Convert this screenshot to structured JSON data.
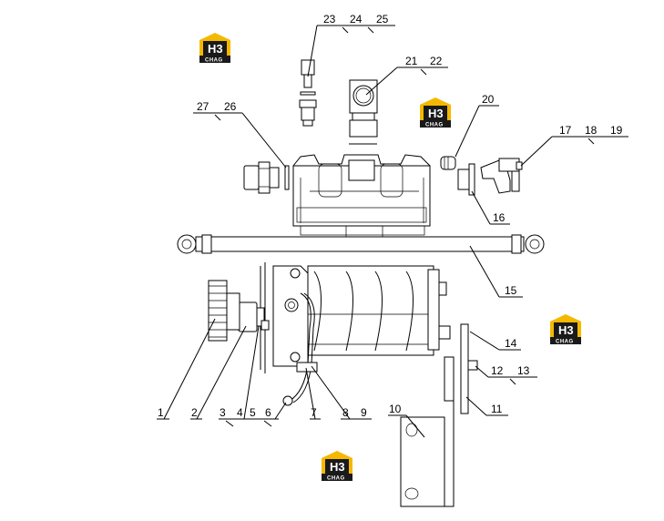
{
  "diagram": {
    "callouts": [
      {
        "id": "c1",
        "text": "1"
      },
      {
        "id": "c2",
        "text": "2"
      },
      {
        "id": "c3",
        "text": "3"
      },
      {
        "id": "c4",
        "text": "4"
      },
      {
        "id": "c5",
        "text": "5"
      },
      {
        "id": "c6",
        "text": "6"
      },
      {
        "id": "c7",
        "text": "7"
      },
      {
        "id": "c8",
        "text": "8"
      },
      {
        "id": "c9",
        "text": "9"
      },
      {
        "id": "c10",
        "text": "10"
      },
      {
        "id": "c11",
        "text": "11"
      },
      {
        "id": "c12",
        "text": "12"
      },
      {
        "id": "c13",
        "text": "13"
      },
      {
        "id": "c14",
        "text": "14"
      },
      {
        "id": "c15",
        "text": "15"
      },
      {
        "id": "c16",
        "text": "16"
      },
      {
        "id": "c17",
        "text": "17"
      },
      {
        "id": "c18",
        "text": "18"
      },
      {
        "id": "c19",
        "text": "19"
      },
      {
        "id": "c20",
        "text": "20"
      },
      {
        "id": "c21",
        "text": "21"
      },
      {
        "id": "c22",
        "text": "22"
      },
      {
        "id": "c23",
        "text": "23"
      },
      {
        "id": "c24",
        "text": "24"
      },
      {
        "id": "c25",
        "text": "25"
      },
      {
        "id": "c26",
        "text": "26"
      },
      {
        "id": "c27",
        "text": "27"
      }
    ],
    "watermark": {
      "line1": "H3",
      "line2": "CHAG",
      "colors": {
        "yellow": "#f5b800",
        "dark": "#1a1a1a",
        "white": "#ffffff"
      }
    }
  }
}
